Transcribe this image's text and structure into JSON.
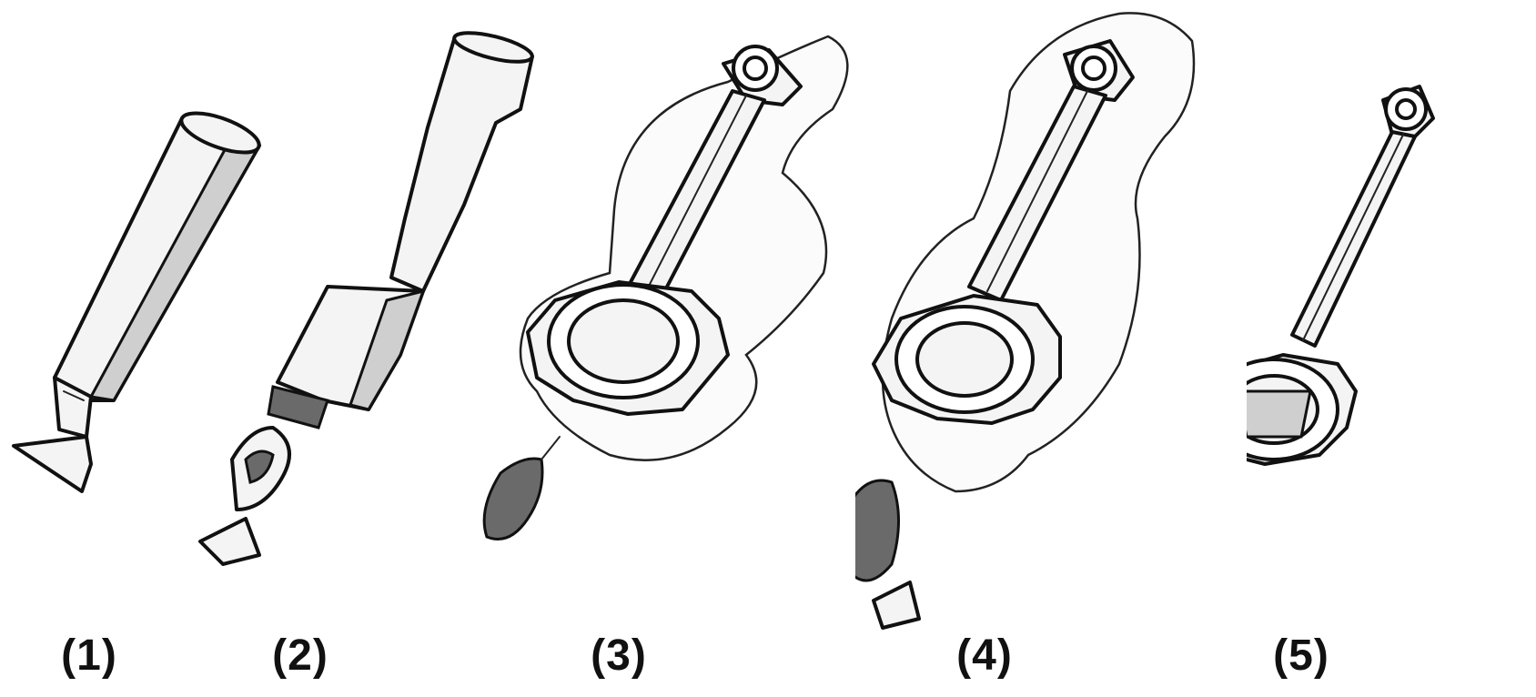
{
  "figure": {
    "stages": [
      {
        "label": "(1)",
        "icon": "bar-stock-icon"
      },
      {
        "label": "(2)",
        "icon": "fullered-bar-icon"
      },
      {
        "label": "(3)",
        "icon": "blocked-forging-icon"
      },
      {
        "label": "(4)",
        "icon": "finished-forging-with-flash-icon"
      },
      {
        "label": "(5)",
        "icon": "trimmed-connecting-rod-icon"
      }
    ]
  }
}
